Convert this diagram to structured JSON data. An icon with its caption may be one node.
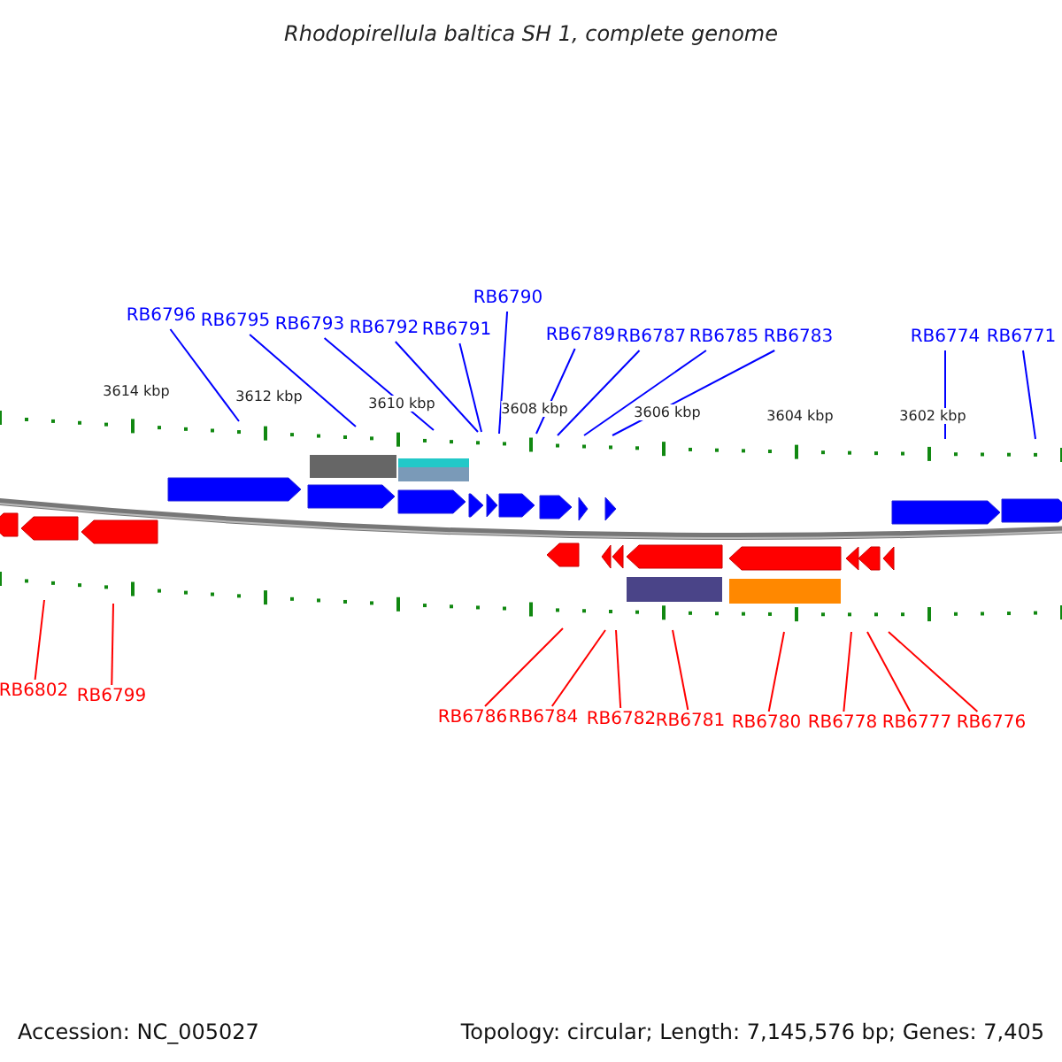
{
  "diagram": {
    "title": "Rhodopirellula baltica SH 1, complete genome",
    "nodes": [
      {
        "text": [
          "RB6790"
        ]
      },
      {
        "text": [
          "RB6796"
        ]
      },
      {
        "text": [
          "RB6795"
        ]
      },
      {
        "text": [
          "RB6793"
        ]
      },
      {
        "text": [
          "RB6792"
        ]
      },
      {
        "text": [
          "RB6791"
        ]
      },
      {
        "text": [
          "RB6789"
        ]
      },
      {
        "text": [
          "RB6787"
        ]
      },
      {
        "text": [
          "RB6785"
        ]
      },
      {
        "text": [
          "RB6783"
        ]
      },
      {
        "text": [
          "RB6774"
        ]
      },
      {
        "text": [
          "RB6771"
        ]
      },
      {
        "text": [
          "RB6802"
        ]
      },
      {
        "text": [
          "RB6799"
        ]
      },
      {
        "text": [
          "RB6786"
        ]
      },
      {
        "text": [
          "RB6784"
        ]
      },
      {
        "text": [
          "RB6782"
        ]
      },
      {
        "text": [
          "RB6781"
        ]
      },
      {
        "text": [
          "RB6780"
        ]
      },
      {
        "text": [
          "RB6778"
        ]
      },
      {
        "text": [
          "RB6777"
        ]
      },
      {
        "text": [
          "RB6776"
        ]
      }
    ],
    "edges": [
      {
        "from": 0,
        "to": null,
        "arrow": "none"
      },
      {
        "from": 1,
        "to": null,
        "arrow": "none"
      },
      {
        "from": 2,
        "to": null,
        "arrow": "none"
      },
      {
        "from": 3,
        "to": null,
        "arrow": "none"
      },
      {
        "from": 4,
        "to": null,
        "arrow": "none"
      },
      {
        "from": 5,
        "to": null,
        "arrow": "none"
      },
      {
        "from": 6,
        "to": null,
        "arrow": "none"
      },
      {
        "from": 7,
        "to": null,
        "arrow": "none"
      },
      {
        "from": 8,
        "to": null,
        "arrow": "none"
      },
      {
        "from": 9,
        "to": null,
        "arrow": "none"
      },
      {
        "from": 10,
        "to": null,
        "arrow": "none"
      },
      {
        "from": 11,
        "to": null,
        "arrow": "none"
      },
      {
        "from": 12,
        "to": null,
        "arrow": "none",
        "color": "#ff0000"
      },
      {
        "from": 13,
        "to": null,
        "arrow": "none",
        "color": "#ff0000"
      },
      {
        "from": 14,
        "to": null,
        "arrow": "none",
        "color": "#ff0000"
      },
      {
        "from": 15,
        "to": null,
        "arrow": "none",
        "color": "#ff0000"
      },
      {
        "from": 16,
        "to": null,
        "arrow": "none",
        "color": "#ff0000"
      },
      {
        "from": 17,
        "to": null,
        "arrow": "none",
        "color": "#ff0000"
      },
      {
        "from": 18,
        "to": null,
        "arrow": "none",
        "color": "#ff0000"
      },
      {
        "from": 19,
        "to": null,
        "arrow": "none",
        "color": "#ff0000"
      },
      {
        "from": 20,
        "to": null,
        "arrow": "none",
        "color": "#ff0000"
      },
      {
        "from": 21,
        "to": null,
        "arrow": "none",
        "color": "#ff0000"
      }
    ],
    "labels": [
      "3614 kbp",
      "3612 kbp",
      "3610 kbp",
      "3608 kbp",
      "3606 kbp",
      "3604 kbp",
      "3602 kbp",
      "Accession: NC_005027",
      "Topology: circular; Length: 7,145,576 bp; Genes: 7,405"
    ]
  }
}
